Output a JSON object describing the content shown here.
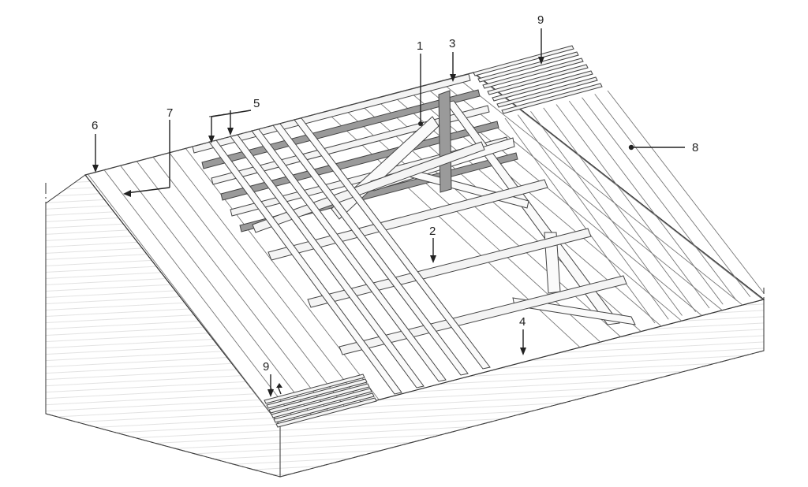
{
  "labels": [
    {
      "id": "1",
      "text": "1"
    },
    {
      "id": "2",
      "text": "2"
    },
    {
      "id": "3",
      "text": "3"
    },
    {
      "id": "4",
      "text": "4"
    },
    {
      "id": "5",
      "text": "5"
    },
    {
      "id": "6",
      "text": "6"
    },
    {
      "id": "7",
      "text": "7"
    },
    {
      "id": "8",
      "text": "8"
    },
    {
      "id": "9a",
      "text": "9"
    },
    {
      "id": "9b",
      "text": "9"
    }
  ]
}
